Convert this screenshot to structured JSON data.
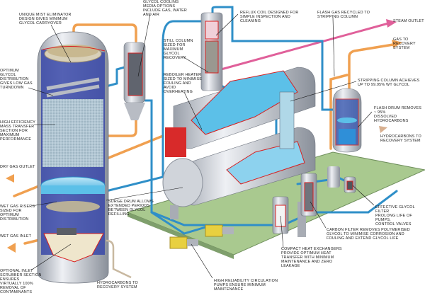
{
  "colors": {
    "gas_pipe": "#f0a050",
    "glycol_pipe": "#2f8fc8",
    "steam_pipe": "#e0609a",
    "vessel_shell": "#c8ccd4",
    "cutaway_edge": "#d82020",
    "glycol_liquid": "#5cc0e8",
    "skid": "#a9c98f",
    "pump": "#e8d040",
    "heater": "#d82a2a"
  },
  "labels": {
    "mist_eliminator": "Unique mist eliminator\ndesign gives minimum\nglycol carryover",
    "glycol_cooling": "Glycol cooling\nmedia options\ninclude gas, water\nand air",
    "glycol_distribution": "Optimum\nglycol\ndistribution\ngives low gas\nturndown",
    "still_column": "Still column\nsized for\nmaximum\nglycol\nrecovery",
    "reboiler_heater": "Reboiler heater\nsized to minimise\nfouling and\navoid\noverheating",
    "mass_transfer": "High efficiency\nmass transfer\nsection for\nmaximum\nperformance",
    "reflux_coil": "Reflux coil designed for\nsimple inspection and\ncleaning",
    "flash_gas": "Flash gas recycled to\nstripping column",
    "steam_outlet": "Steam outlet",
    "gas_to_recovery": "Gas to\nrecovery system",
    "stripping_column": "Stripping column achieves\nup to 99.95% wt glycol",
    "flash_drum": "Flash drum removes ~ 95%\ndissolved hydrocarbons",
    "hydrocarbons_right": "Hydrocarbons to\nrecovery system",
    "dry_gas_outlet": "Dry gas outlet",
    "wet_gas_risers": "Wet gas risers\nsized for\noptimum\ndistribution",
    "surge_drum": "Surge drum allows\nextended periods\nbetween glycol\nrefilling",
    "wet_gas_inlet": "Wet gas inlet",
    "inlet_scrubber": "Optional inlet\nscrubber section\nensures\nvirtually 100%\nremoval of\ncontaminants",
    "hydrocarbons_bottom": "Hydrocarbons to\nrecovery system",
    "glycol_filter": "Effective glycol filter\nprolong life of pumps,\ncontrol valves",
    "carbon_filter": "Carbon filter removes polymerised\nglycol to minimise corrosion and\nfouling and extend glycol life",
    "heat_exchangers": "Compact heat exchangers\nprovide optimum heat\ntransfer with minimum\nmaintenance and zero\nleakage",
    "circulation_pumps": "High reliability circulation\npumps ensure minimum\nmaintenance"
  }
}
